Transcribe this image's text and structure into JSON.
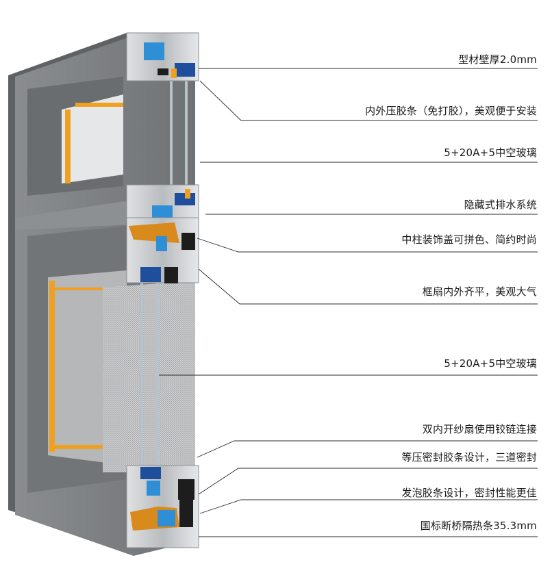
{
  "annotations": [
    {
      "id": "wall-thickness",
      "text": "型材壁厚2.0mm"
    },
    {
      "id": "bead-strip",
      "text": "内外压胶条（免打胶），美观便于安装"
    },
    {
      "id": "glass-top",
      "text": "5+20A+5中空玻璃"
    },
    {
      "id": "drainage",
      "text": "隐藏式排水系统"
    },
    {
      "id": "mullion-cover",
      "text": "中柱装饰盖可拼色、简约时尚"
    },
    {
      "id": "flush-sash",
      "text": "框扇内外齐平，美观大气"
    },
    {
      "id": "glass-bottom",
      "text": "5+20A+5中空玻璃"
    },
    {
      "id": "screen-hinge",
      "text": "双内开纱扇使用铰链连接"
    },
    {
      "id": "seal-gasket",
      "text": "等压密封胶条设计，三道密封"
    },
    {
      "id": "foam-gasket",
      "text": "发泡胶条设计，密封性能更佳"
    },
    {
      "id": "thermal-break",
      "text": "国标断桥隔热条35.3mm"
    }
  ],
  "colors": {
    "frame_face": "#7b7e81",
    "frame_edge": "#5f6265",
    "profile_silver": "#c9ccce",
    "thermal_break_blue": "#2f8fd6",
    "gasket_orange": "#f0a020",
    "gasket_black": "#1d1d1d",
    "leader_line": "#2b2b2b"
  }
}
